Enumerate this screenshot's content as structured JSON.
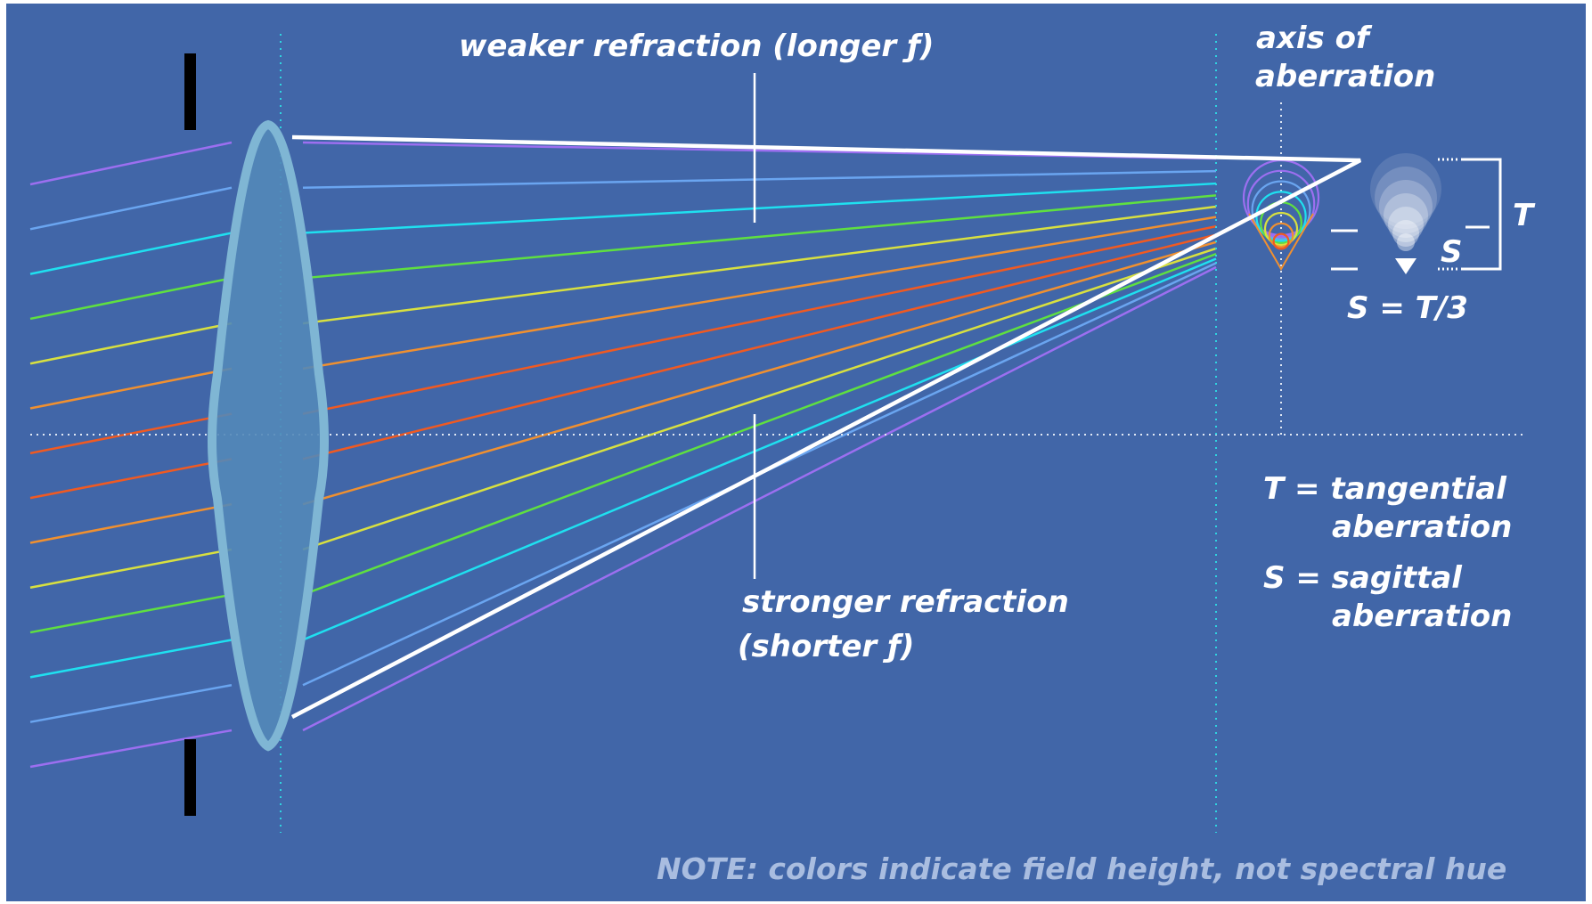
{
  "colors": {
    "background": "#4166a8",
    "frame": "#ffffff",
    "lens_fill": "#5388b8",
    "lens_edge": "#7fb6d4",
    "guide_line": "#2fd4e0",
    "stop": "#000000",
    "white": "#ffffff"
  },
  "ray_colors": [
    "#9c6ff0",
    "#6aa5f0",
    "#1fe0f0",
    "#5fe040",
    "#d8e040",
    "#f09030",
    "#f05a22"
  ],
  "labels": {
    "weaker": "weaker refraction (longer ƒ)",
    "stronger_line1": "stronger refraction",
    "stronger_line2": "(shorter ƒ)",
    "axis_line1": "axis of",
    "axis_line2": "aberration",
    "t_mark": "T",
    "s_mark": "S",
    "ratio": "S = T/3",
    "t_def_line1": "T = tangential",
    "t_def_line2": "aberration",
    "s_def_line1": "S = sagittal",
    "s_def_line2": "aberration",
    "note": "NOTE: colors indicate field height, not spectral hue"
  }
}
